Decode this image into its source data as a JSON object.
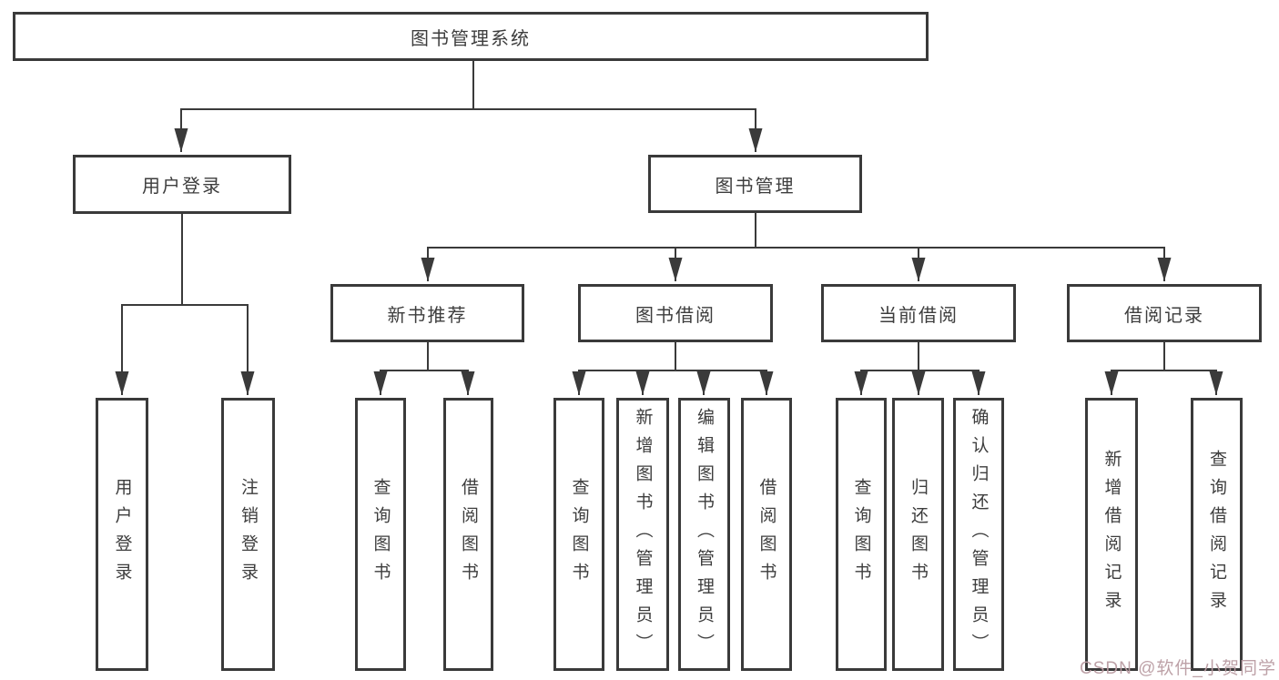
{
  "title": "图书管理系统",
  "branches": {
    "user_login": {
      "label": "用户登录",
      "children": [
        "用户登录",
        "注销登录"
      ]
    },
    "book_management": {
      "label": "图书管理",
      "sections": [
        {
          "label": "新书推荐",
          "children": [
            "查询图书",
            "借阅图书"
          ]
        },
        {
          "label": "图书借阅",
          "children": [
            "查询图书",
            "新增图书（管理员）",
            "编辑图书（管理员）",
            "借阅图书"
          ]
        },
        {
          "label": "当前借阅",
          "children": [
            "查询图书",
            "归还图书",
            "确认归还（管理员）"
          ]
        },
        {
          "label": "借阅记录",
          "children": [
            "新增借阅记录",
            "查询借阅记录"
          ]
        }
      ]
    }
  },
  "watermark": "CSDN @软件_小贺同学",
  "colors": {
    "line": "#3a3a3a",
    "text": "#3d3d3d",
    "watermark": "#b99ca2",
    "background": "#ffffff"
  }
}
